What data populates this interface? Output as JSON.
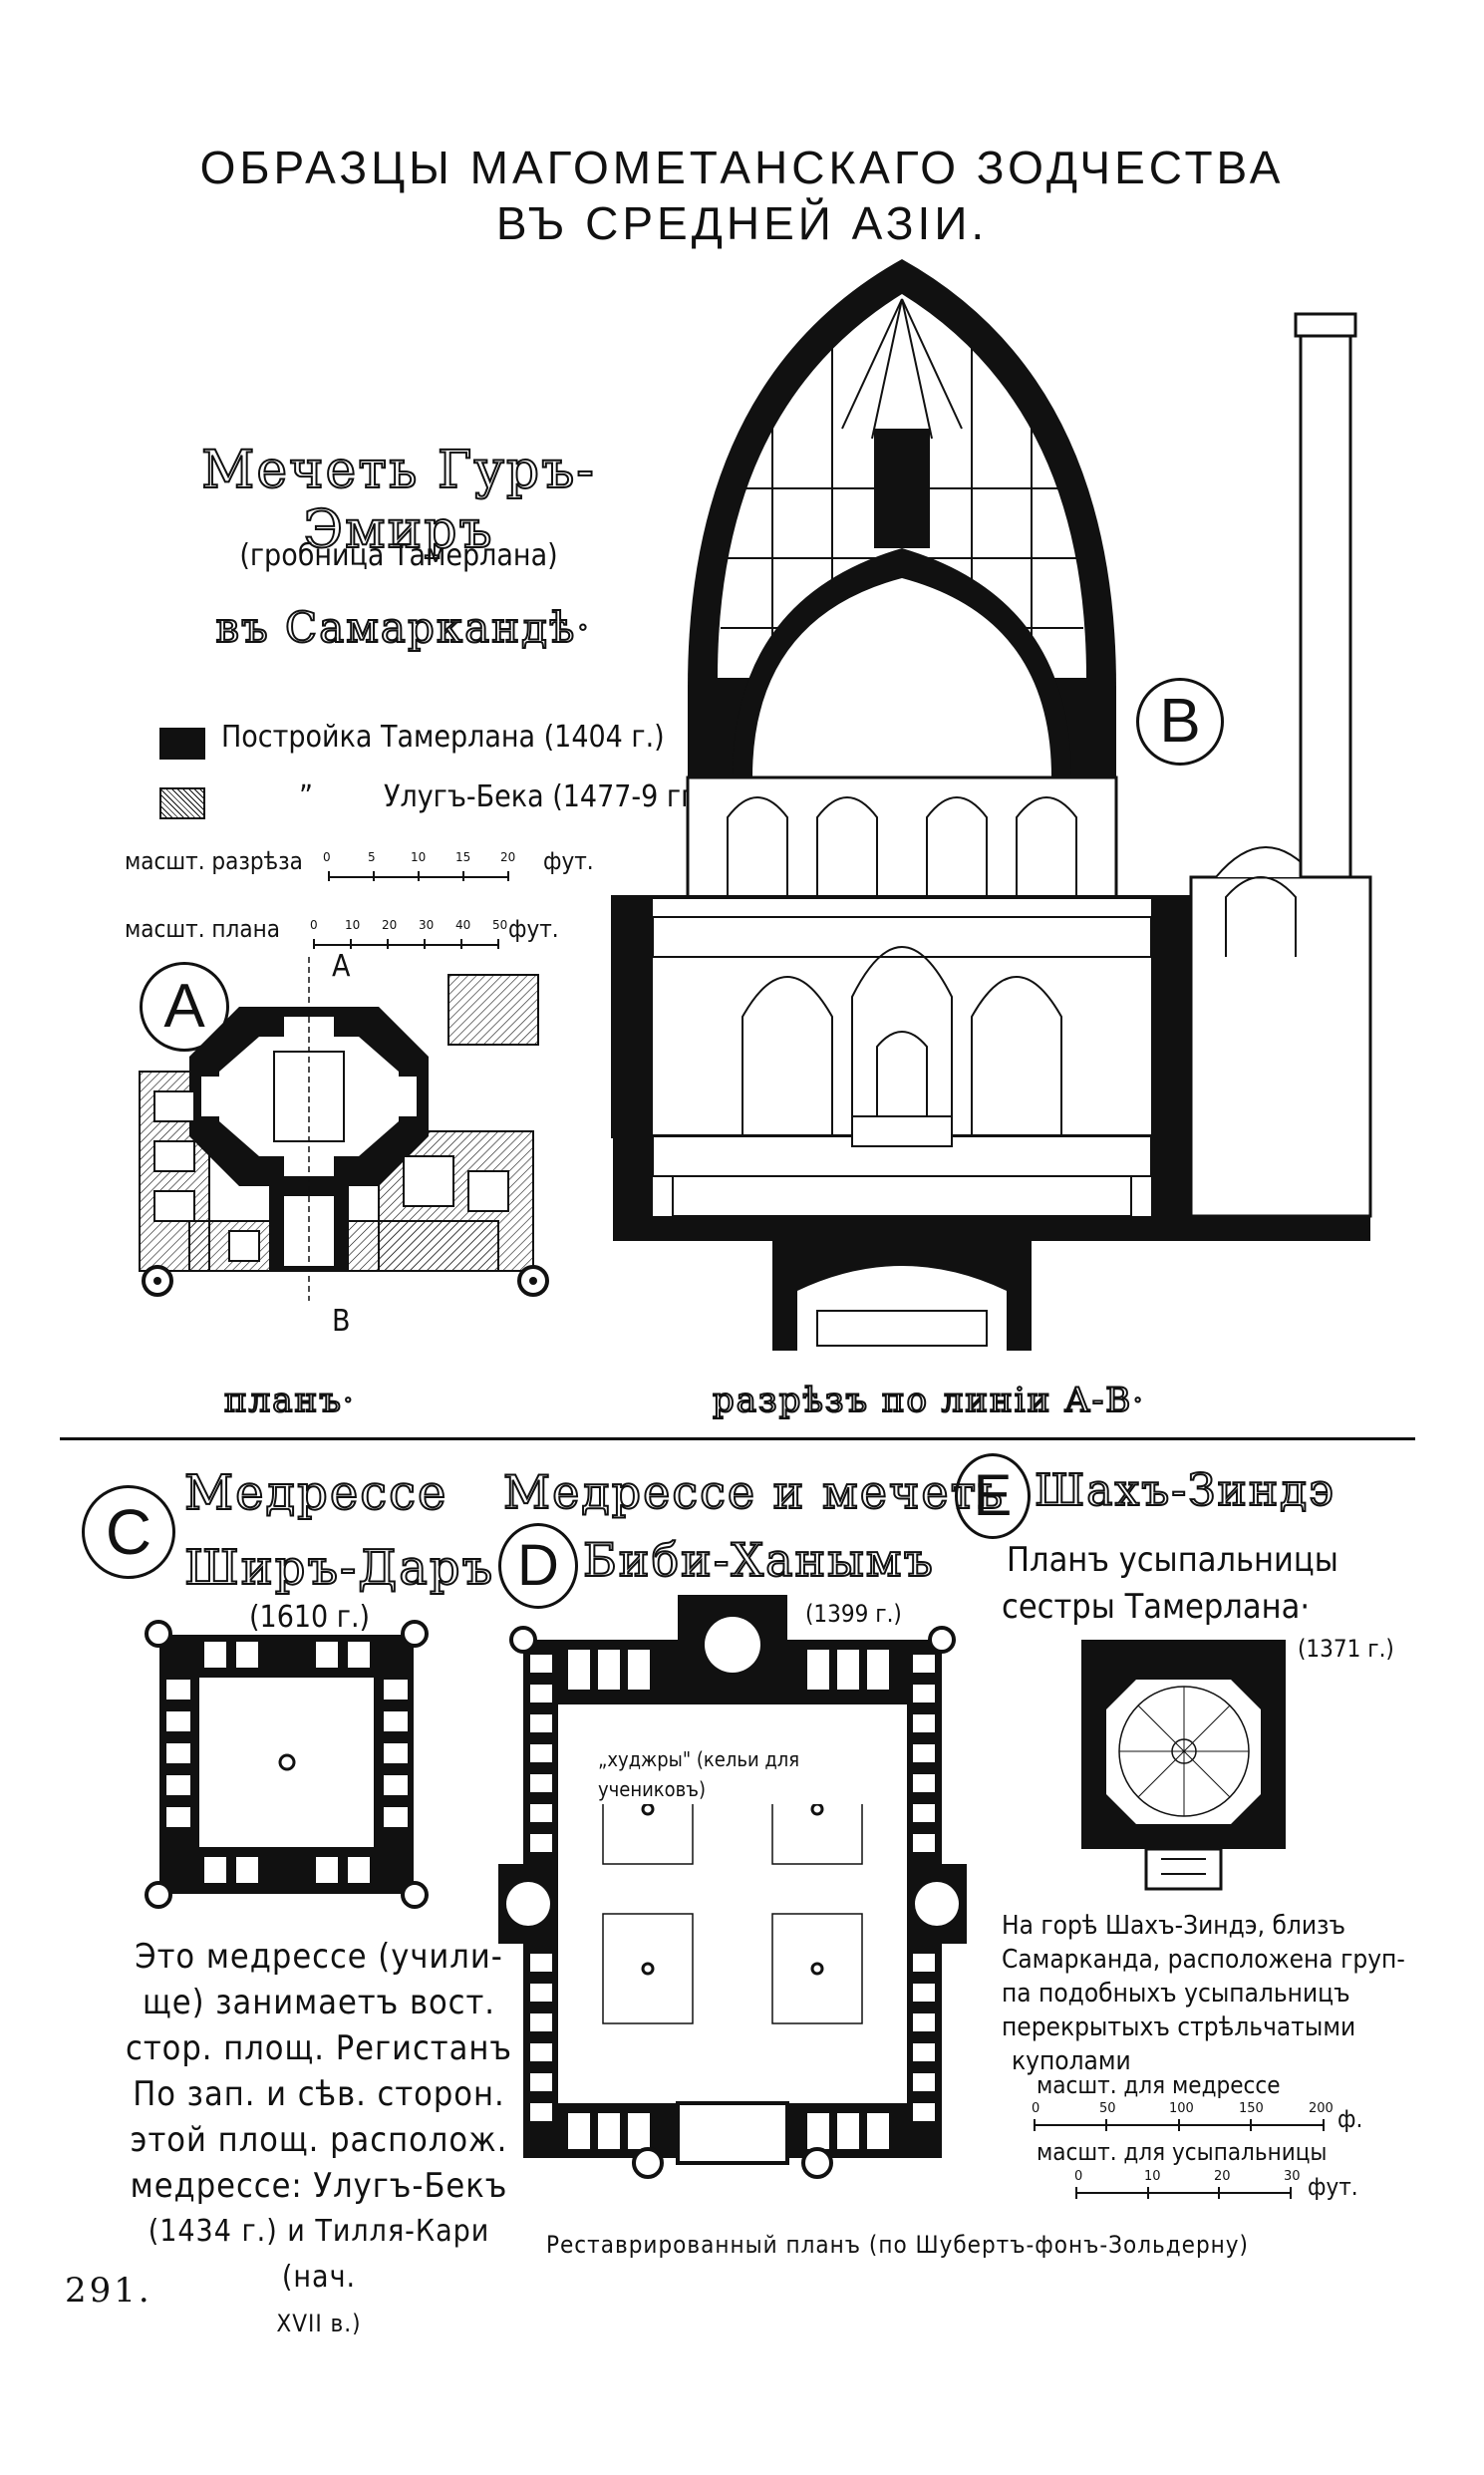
{
  "page": {
    "title_line1": "ОБРАЗЦЫ МАГОМЕТАНСКАГО ЗОДЧЕСТВА",
    "title_line2": "ВЪ СРЕДНЕЙ АЗІИ.",
    "page_number": "291."
  },
  "gur_emir": {
    "heading1": "Мечеть Гуръ-Эмиръ",
    "heading2": "(гробница Тамерлана)",
    "heading3": "въ Самаркандѣ·",
    "legend_timur": "Постройка Тамерлана (1404 г.)",
    "legend_ditto": "”",
    "legend_ulugbek": "Улугъ-Бека (1477-9 гг.)",
    "scale_section_label": "масшт. разрѣза",
    "scale_section_ticks": [
      "0",
      "5",
      "10",
      "15",
      "20"
    ],
    "scale_section_unit": "фут.",
    "scale_plan_label": "масшт. плана",
    "scale_plan_ticks": [
      "0",
      "10",
      "20",
      "30",
      "40",
      "50"
    ],
    "scale_plan_unit": "фут.",
    "marker_a": "A",
    "marker_b": "B",
    "plan_label_a": "А",
    "plan_label_b": "В",
    "caption_plan": "планъ·",
    "caption_section": "разрѣзъ по линіи А-В·"
  },
  "shir_dar": {
    "marker": "C",
    "heading1": "Медрессе",
    "heading2": "Ширъ-Даръ",
    "year": "(1610 г.)",
    "paragraph": [
      "Это медрессе (учили-",
      "ще) занимаетъ вост.",
      "стор. площ. Регистанъ",
      "По зап. и сѣв. сторон.",
      "этой площ. располож.",
      "медрессе: Улугъ-Бекъ",
      "(1434 г.) и Тилля-Кари (нач.",
      "XVII в.)"
    ]
  },
  "bibi_khanym": {
    "heading1": "Медрессе и мечеть",
    "marker": "D",
    "heading2": "Биби-Ханымъ",
    "year": "(1399 г.)",
    "note": "„худжры\" (кельи для учениковъ)",
    "caption": "Реставрированный планъ (по Шубертъ-фонъ-Зольдерну)"
  },
  "shah_zinde": {
    "marker": "E",
    "heading": "Шахъ-Зиндэ",
    "subheading1": "Планъ усыпальницы",
    "subheading2": "сестры Тамерлана·",
    "year": "(1371 г.)",
    "paragraph": [
      "На горѣ Шахъ-Зиндэ, близъ",
      "Самарканда, расположена груп-",
      "па подобныхъ усыпальницъ",
      "перекрытыхъ стрѣльчатыми",
      "куполами"
    ],
    "scale1_label": "масшт. для медрессе",
    "scale1_ticks": [
      "0",
      "50",
      "100",
      "150",
      "200"
    ],
    "scale1_unit": "ф.",
    "scale2_label": "масшт. для усыпальницы",
    "scale2_ticks": [
      "0",
      "10",
      "20",
      "30"
    ],
    "scale2_unit": "фут."
  }
}
